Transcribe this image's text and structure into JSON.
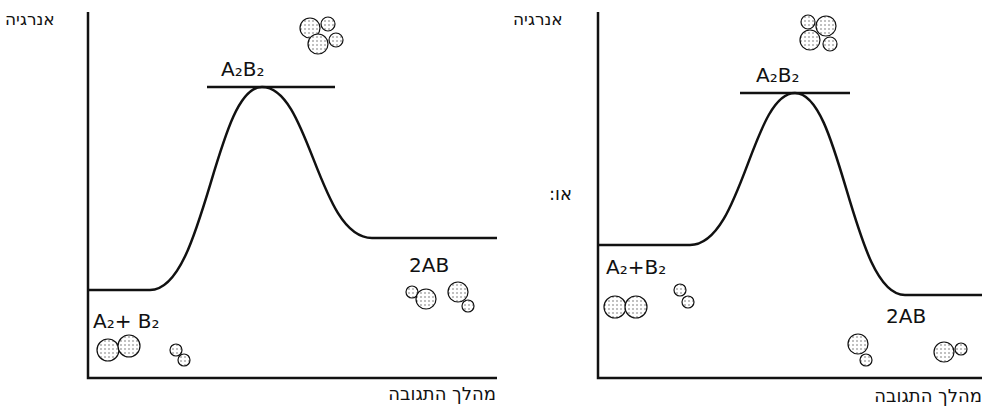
{
  "diagram": {
    "labels": [
      "אנרגיה",
      "A₂B₂",
      "A₂+ B₂",
      "2AB",
      "מהלך התגובה",
      "או:",
      "אנרגיה",
      "A₂B₂",
      "A₂+B₂",
      "2AB",
      "מהלך התגובה"
    ]
  }
}
